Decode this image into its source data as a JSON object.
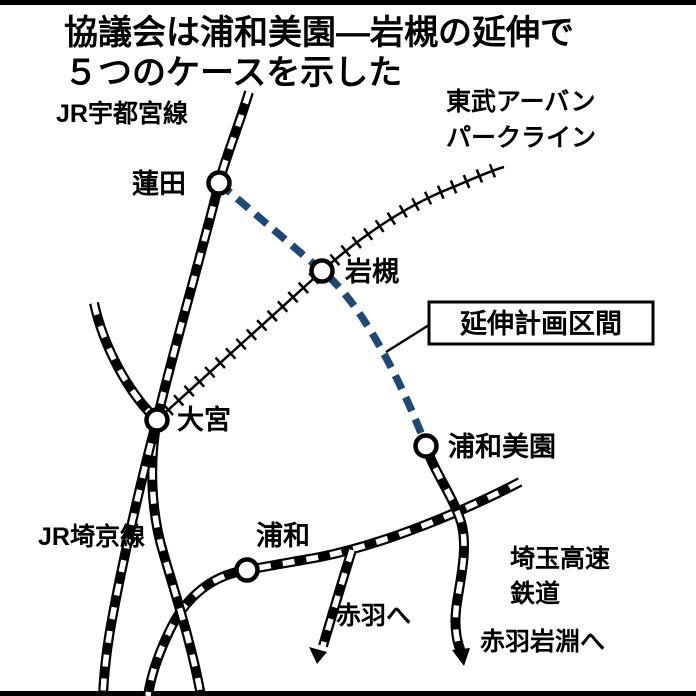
{
  "title": {
    "line1": "協議会は浦和美園―岩槻の延伸で",
    "line2": "５つのケースを示した"
  },
  "colors": {
    "extension": "#1e4976",
    "rail": "#000000",
    "background": "#ffffff"
  },
  "lines": {
    "jr_utsunomiya": "JR宇都宮線",
    "tobu_urban_park": {
      "line1": "東武アーバン",
      "line2": "パークライン"
    },
    "jr_saikyo": "JR埼京線",
    "saitama_rapid": {
      "line1": "埼玉高速",
      "line2": "鉄道"
    }
  },
  "stations": [
    {
      "name": "蓮田"
    },
    {
      "name": "岩槻"
    },
    {
      "name": "大宮"
    },
    {
      "name": "浦和美園"
    },
    {
      "name": "浦和"
    }
  ],
  "annotations": {
    "extension_section": "延伸計画区間",
    "to_akabane": "赤羽へ",
    "to_akabane_iwabuchi": "赤羽岩淵へ"
  }
}
